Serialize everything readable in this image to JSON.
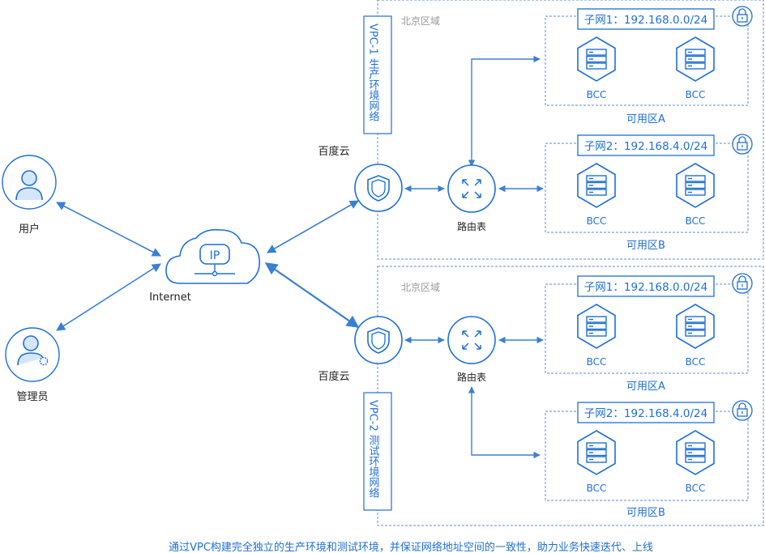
{
  "users": {
    "user": "用户",
    "admin": "管理员"
  },
  "internet": {
    "label": "Internet",
    "ip": "IP"
  },
  "gateway": {
    "top": "百度云",
    "bottom": "百度云"
  },
  "route_table": {
    "top": "路由表",
    "bottom": "路由表"
  },
  "vpc1": {
    "name": "VPC-1  生产环境网络",
    "region": "北京区域",
    "zone_a": {
      "subnet": "子网1：192.168.0.0/24",
      "label": "可用区A",
      "servers": [
        "BCC",
        "BCC"
      ]
    },
    "zone_b": {
      "subnet": "子网2：192.168.4.0/24",
      "label": "可用区B",
      "servers": [
        "BCC",
        "BCC"
      ]
    }
  },
  "vpc2": {
    "name": "VPC-2  测试环境网络",
    "region": "北京区域",
    "zone_a": {
      "subnet": "子网1：192.168.0.0/24",
      "label": "可用区A",
      "servers": [
        "BCC",
        "BCC"
      ]
    },
    "zone_b": {
      "subnet": "子网2：192.168.4.0/24",
      "label": "可用区B",
      "servers": [
        "BCC",
        "BCC"
      ]
    }
  },
  "caption": "通过VPC构建完全独立的生产环境和测试环境，并保证网络地址空间的一致性，助力业务快速迭代、上线",
  "colors": {
    "accent": "#1e6fd9",
    "line": "#3a7fd6",
    "dashed": "#5a8fd0",
    "region_text": "#999999"
  }
}
